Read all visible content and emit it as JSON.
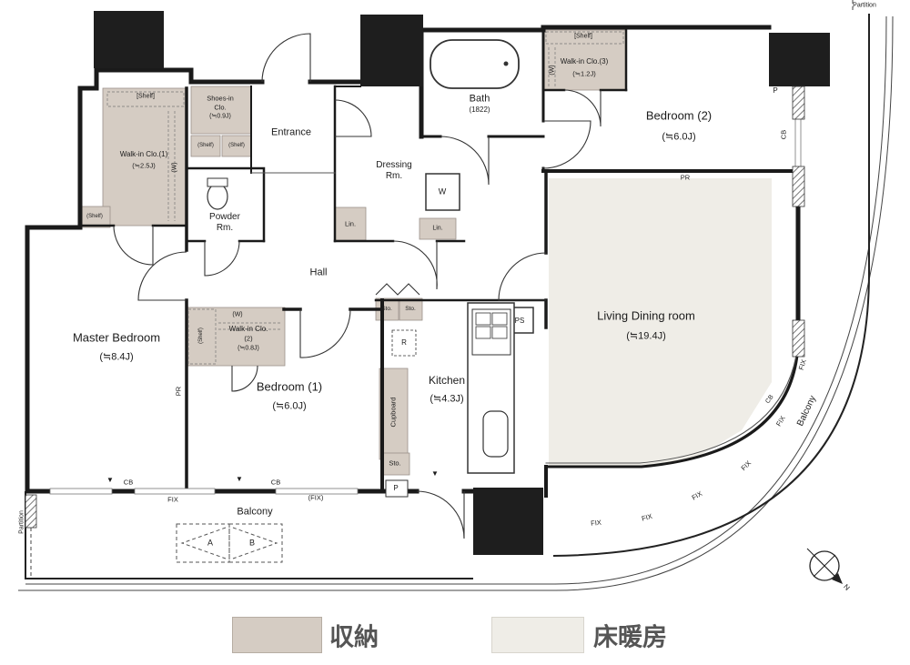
{
  "rooms": {
    "master_bedroom": {
      "name": "Master Bedroom",
      "size": "(≒8.4J)"
    },
    "bedroom1": {
      "name": "Bedroom (1)",
      "size": "(≒6.0J)"
    },
    "bedroom2": {
      "name": "Bedroom (2)",
      "size": "(≒6.0J)"
    },
    "living_dining": {
      "name": "Living Dining room",
      "size": "(≒19.4J)"
    },
    "kitchen": {
      "name": "Kitchen",
      "size": "(≒4.3J)"
    },
    "bath": {
      "name": "Bath",
      "size": "(1822)"
    },
    "dressing": {
      "line1": "Dressing",
      "line2": "Rm."
    },
    "powder": {
      "line1": "Powder",
      "line2": "Rm."
    },
    "entrance": {
      "name": "Entrance"
    },
    "hall": {
      "name": "Hall"
    },
    "wic1": {
      "name": "Walk-in Clo.(1)",
      "size": "(≒2.5J)"
    },
    "wic2": {
      "line1": "Walk-in Clo.",
      "line2": "(2)",
      "size": "(≒0.8J)"
    },
    "wic3": {
      "name": "Walk-in Clo.(3)",
      "size": "(≒1.2J)"
    },
    "shoes": {
      "line1": "Shoes-in",
      "line2": "Clo.",
      "size": "(≒0.9J)"
    },
    "balcony_bottom": "Balcony",
    "balcony_right": "Balcony"
  },
  "fixtures": {
    "shelf_bracket": "[Shelf]",
    "shelf_paren": "(Shelf)",
    "w_paren": "(W)",
    "washer": "W",
    "linen": "Lin.",
    "storage": "Sto.",
    "pipe_rack": "PR",
    "counter_box": "CB",
    "fix_window": "FIX",
    "fix_window_paren": "(FIX)",
    "pipe": "P",
    "pipe_space": "PS",
    "refrigerator": "R",
    "cupboard": "Cupboard",
    "partition": "Partition",
    "hatch_a": "A",
    "hatch_b": "B",
    "vent_marker": "▼",
    "north": "N"
  },
  "legend": {
    "items": [
      {
        "label": "収納",
        "color": "#d5ccc3"
      },
      {
        "label": "床暖房",
        "color": "#efede7"
      }
    ]
  },
  "colors": {
    "storage_fill": "#d5ccc3",
    "floor_heating_fill": "#efede7",
    "wall": "#1c1c1c",
    "background": "#ffffff"
  }
}
